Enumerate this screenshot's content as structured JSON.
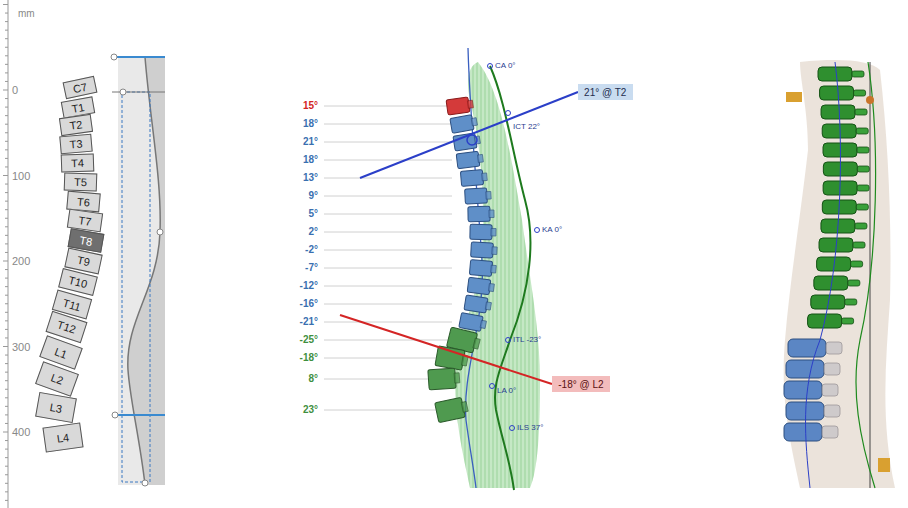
{
  "diagram": {
    "nodes": [
      {
        "text": [
          "C7"
        ]
      },
      {
        "text": [
          "T1"
        ]
      },
      {
        "text": [
          "T2"
        ]
      },
      {
        "text": [
          "T3"
        ]
      },
      {
        "text": [
          "T4"
        ]
      },
      {
        "text": [
          "T5"
        ]
      },
      {
        "text": [
          "T6"
        ]
      },
      {
        "text": [
          "T7"
        ]
      },
      {
        "text": [
          "T8"
        ]
      },
      {
        "text": [
          "T9"
        ]
      },
      {
        "text": [
          "T10"
        ]
      },
      {
        "text": [
          "T11"
        ]
      },
      {
        "text": [
          "T12"
        ]
      },
      {
        "text": [
          "L1"
        ]
      },
      {
        "text": [
          "L2"
        ]
      },
      {
        "text": [
          "L3"
        ]
      },
      {
        "text": [
          "L4"
        ]
      },
      {
        "text": [
          "21° @ T2"
        ]
      },
      {
        "text": [
          "-18° @ L2"
        ]
      }
    ],
    "labels": [
      "mm",
      "0",
      "100",
      "200",
      "300",
      "400",
      "15°",
      "18°",
      "21°",
      "18°",
      "13°",
      "9°",
      "5°",
      "2°",
      "-2°",
      "-7°",
      "-12°",
      "-16°",
      "-21°",
      "-25°",
      "-18°",
      "8°",
      "23°",
      "CA 0°",
      "ICT 22°",
      "KA 0°",
      "ITL -23°",
      "LA 0°",
      "ILS 37°"
    ]
  }
}
